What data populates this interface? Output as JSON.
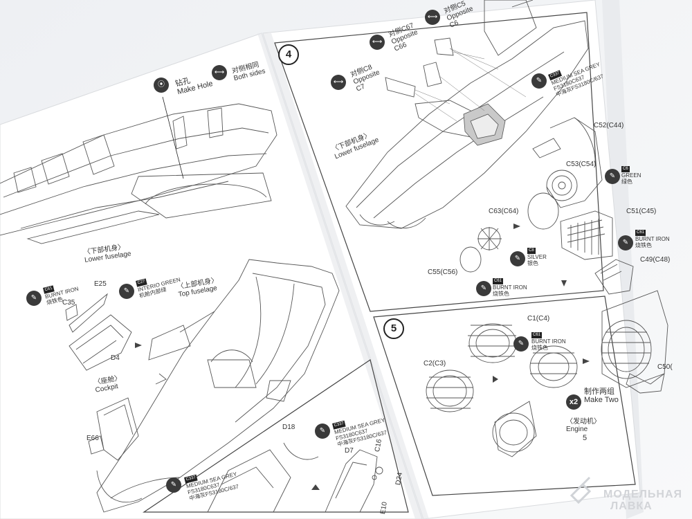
{
  "left_page": {
    "make_hole": {
      "zh": "钻孔",
      "en": "Make Hole"
    },
    "both_sides": {
      "zh": "对侧相同",
      "en": "Both sides"
    },
    "lower_fuselage": {
      "zh": "〈下部机身〉",
      "en": "Lower fuselage"
    },
    "top_fuselage": {
      "zh": "〈上部机身〉",
      "en": "Top fuselage"
    },
    "cockpit": {
      "zh": "〈座舱〉",
      "en": "Cockpit"
    },
    "paint_burnt_iron": {
      "code": "C61",
      "en": "BURNT IRON",
      "zh": "烧铁色"
    },
    "paint_interior_green": {
      "code": "C27",
      "en": "INTERIO GREEN",
      "zh": "机舱内部绿"
    },
    "paint_medium_sea_grey": {
      "code": "C337",
      "en": "MEDIUM SEA GREY",
      "fs": "FS3180C637",
      "zh": "中海灰FS3180C/637"
    },
    "parts": {
      "C35": "C35",
      "E25": "E25",
      "D4": "D4",
      "E66": "E66",
      "D18": "D18",
      "D7": "D7",
      "C16": "C16",
      "D24": "D24",
      "E10": "E10"
    }
  },
  "right_page": {
    "step4": "4",
    "step5": "5",
    "opposite_c5": {
      "zh": "对侧C5",
      "en": "Opposite",
      "part": "C6"
    },
    "opposite_c67": {
      "zh": "对侧C67",
      "en": "Opposite",
      "part": "C66"
    },
    "opposite_c8": {
      "zh": "对侧C8",
      "en": "Opposite",
      "part": "C7"
    },
    "lower_fuselage": {
      "zh": "〈下部机身〉",
      "en": "Lower fuselage"
    },
    "paint_medium_sea_grey": {
      "code": "C337",
      "en": "MEDIUM SEA GREY",
      "fs": "FS3180C637",
      "zh": "中海灰FS3180C/637"
    },
    "paint_green": {
      "code": "C6",
      "en": "GREEN",
      "zh": "绿色"
    },
    "paint_burnt_iron": {
      "code": "C61",
      "en": "BURNT IRON",
      "zh": "烧铁色"
    },
    "paint_silver": {
      "code": "C8",
      "en": "SILVER",
      "zh": "银色"
    },
    "parts": {
      "C52": "C52(C44)",
      "C53": "C53(C54)",
      "C51": "C51(C45)",
      "C63": "C63(C64)",
      "C55": "C55(C56)",
      "C49": "C49(C48)",
      "C1": "C1(C4)",
      "C2": "C2(C3)",
      "C50": "C50("
    },
    "make_two": {
      "times": "x2",
      "zh": "制作两组",
      "en": "Make Two"
    },
    "engine": {
      "zh": "〈发动机〉",
      "en": "Engine"
    },
    "page_number": "5"
  },
  "watermark": {
    "line1": "МОДЕЛЬНАЯ",
    "line2": "ЛАВКА"
  }
}
